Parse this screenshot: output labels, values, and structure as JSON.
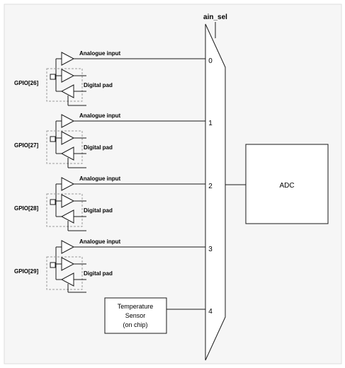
{
  "diagram": {
    "ain_sel_label": "ain_sel",
    "channels": [
      {
        "gpio_label": "GPIO[26]",
        "analogue_label": "Analogue input",
        "digital_label": "Digital pad",
        "mux_index": "0"
      },
      {
        "gpio_label": "GPIO[27]",
        "analogue_label": "Analogue input",
        "digital_label": "Digital pad",
        "mux_index": "1"
      },
      {
        "gpio_label": "GPIO[28]",
        "analogue_label": "Analogue input",
        "digital_label": "Digital pad",
        "mux_index": "2"
      },
      {
        "gpio_label": "GPIO[29]",
        "analogue_label": "Analogue input",
        "digital_label": "Digital pad",
        "mux_index": "3"
      }
    ],
    "temperature_sensor": {
      "line1": "Temperature",
      "line2": "Sensor",
      "line3": "(on chip)",
      "mux_index": "4"
    },
    "adc_label": "ADC",
    "colors": {
      "background": "#f6f6f6",
      "stroke": "#1a1a1a",
      "dashed_box": "#9a9a9a",
      "box_fill": "#ffffff"
    }
  }
}
